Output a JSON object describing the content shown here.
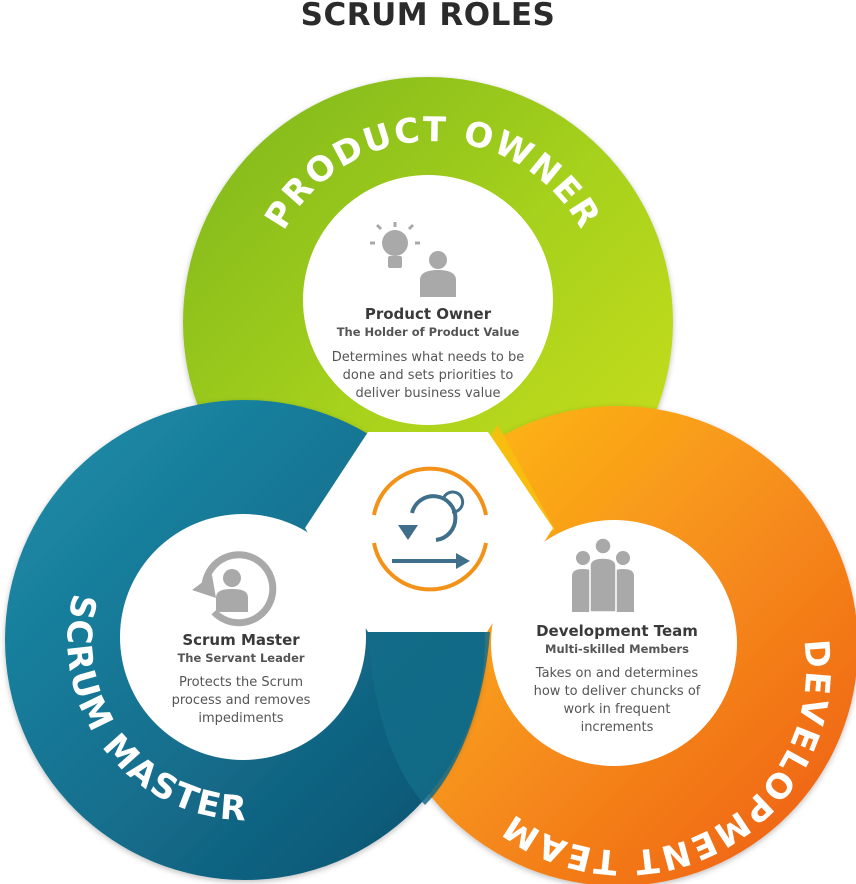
{
  "title": "SCRUM ROLES",
  "colors": {
    "product_owner_ring": "#9fce1c",
    "scrum_master_ring": "#156f8d",
    "development_team_ring": "#f47c12",
    "center_cycle_accent": "#f39219",
    "center_cycle_arrow": "#3f6f8a",
    "icon_gray": "#a9a9a9"
  },
  "rings": {
    "product_owner": "PRODUCT OWNER",
    "scrum_master": "SCRUM MASTER",
    "development_team": "DEVELOPMENT TEAM"
  },
  "cards": {
    "product_owner": {
      "title": "Product Owner",
      "subtitle": "The Holder of Product Value",
      "description": [
        "Determines what needs to be",
        "done and sets priorities to",
        "deliver business value"
      ],
      "icon": "lightbulb-person-icon"
    },
    "scrum_master": {
      "title": "Scrum Master",
      "subtitle": "The Servant Leader",
      "description": [
        "Protects the Scrum",
        "process and removes",
        "impediments"
      ],
      "icon": "person-cycle-icon"
    },
    "development_team": {
      "title": "Development Team",
      "subtitle": "Multi-skilled Members",
      "description": [
        "Takes on and determines",
        "how to deliver chuncks of",
        "work in frequent",
        "increments"
      ],
      "icon": "team-icon"
    }
  },
  "center": {
    "icon": "scrum-cycle-icon"
  }
}
